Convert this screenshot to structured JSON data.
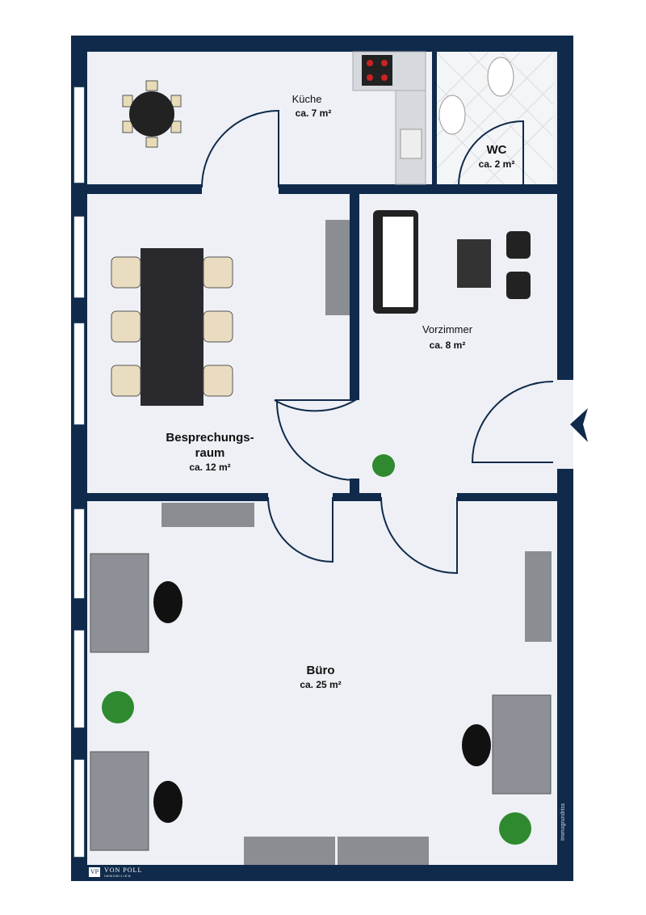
{
  "rooms": [
    {
      "name": "Küche",
      "area": "ca. 7 m²"
    },
    {
      "name": "WC",
      "area": "ca. 2 m²"
    },
    {
      "name": "Vorzimmer",
      "area": "ca. 8 m²"
    },
    {
      "name_line1": "Besprechungs-",
      "name_line2": "raum",
      "area": "ca. 12 m²"
    },
    {
      "name": "Büro",
      "area": "ca. 25 m²"
    }
  ],
  "logo": {
    "mark": "VP",
    "line1": "VON POLL",
    "line2": "IMMOBILIEN"
  },
  "credit": "Immogrundriss",
  "colors": {
    "wall": "#0f2a4a",
    "floor": "#eef0f5",
    "window": "#ffffff"
  }
}
